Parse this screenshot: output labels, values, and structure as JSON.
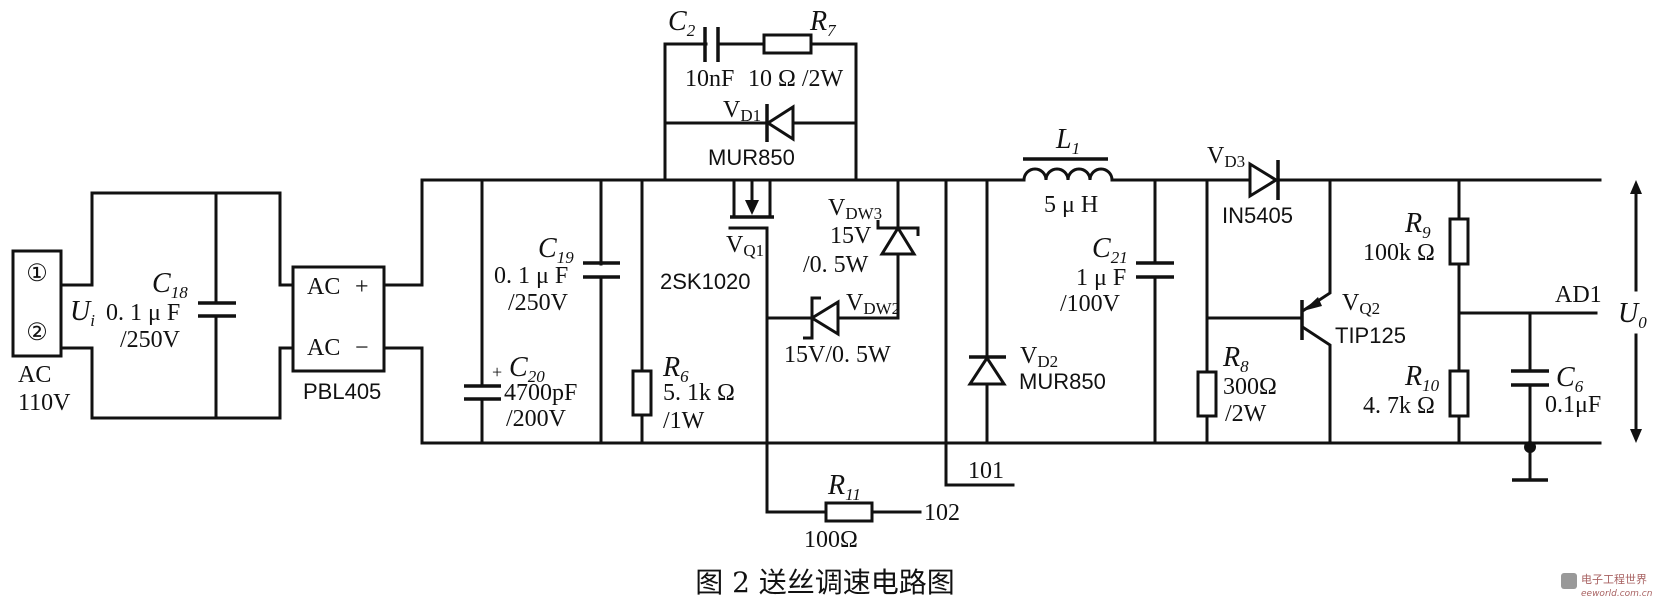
{
  "figure": {
    "caption": "图 2   送丝调速电路图",
    "watermark": {
      "line1": "电子工程世界",
      "line2": "eeworld.com.cn"
    }
  },
  "input": {
    "terminal1": "①",
    "terminal2": "②",
    "source_label": "AC",
    "source_voltage": "110V",
    "voltage_symbol": "U",
    "voltage_sub": "i"
  },
  "components": {
    "C18": {
      "sym": "C",
      "sub": "18",
      "value": "0. 1 μ F",
      "rating": "/250V"
    },
    "rectifier": {
      "ac_top": "AC",
      "plus": "+",
      "ac_bottom": "AC",
      "minus": "−",
      "part": "PBL405"
    },
    "C19": {
      "sym": "C",
      "sub": "19",
      "value": "0. 1 μ F",
      "rating": "/250V"
    },
    "C20": {
      "sym": "C",
      "sub": "20",
      "plus": "+",
      "value": "4700pF",
      "rating": "/200V"
    },
    "R6": {
      "sym": "R",
      "sub": "6",
      "value": "5. 1k Ω",
      "rating": "/1W"
    },
    "C2": {
      "sym": "C",
      "sub": "2",
      "value": "10nF"
    },
    "R7": {
      "sym": "R",
      "sub": "7",
      "value": "10 Ω /2W"
    },
    "VD1": {
      "sym": "V",
      "sub": "D1",
      "part": "MUR850"
    },
    "VQ1": {
      "sym": "V",
      "sub": "Q1",
      "part": "2SK1020"
    },
    "VDW3": {
      "sym": "V",
      "sub": "DW3",
      "value": "15V",
      "rating": "/0. 5W"
    },
    "VDW2": {
      "sym": "V",
      "sub": "DW2",
      "rating": "15V/0. 5W"
    },
    "R11": {
      "sym": "R",
      "sub": "11",
      "value": "100Ω",
      "node": "102"
    },
    "node101": "101",
    "L1": {
      "sym": "L",
      "sub": "1",
      "value": "5 μ H"
    },
    "VD2": {
      "sym": "V",
      "sub": "D2",
      "part": "MUR850"
    },
    "C21": {
      "sym": "C",
      "sub": "21",
      "value": "1 μ F",
      "rating": "/100V"
    },
    "VD3": {
      "sym": "V",
      "sub": "D3",
      "part": "IN5405"
    },
    "R8": {
      "sym": "R",
      "sub": "8",
      "value": "300Ω",
      "rating": "/2W"
    },
    "VQ2": {
      "sym": "V",
      "sub": "Q2",
      "part": "TIP125"
    },
    "R9": {
      "sym": "R",
      "sub": "9",
      "value": "100k Ω"
    },
    "R10": {
      "sym": "R",
      "sub": "10",
      "value": "4. 7k Ω"
    },
    "C6": {
      "sym": "C",
      "sub": "6",
      "value": "0.1μF"
    },
    "AD1": "AD1"
  },
  "output": {
    "voltage_symbol": "U",
    "voltage_sub": "0"
  }
}
